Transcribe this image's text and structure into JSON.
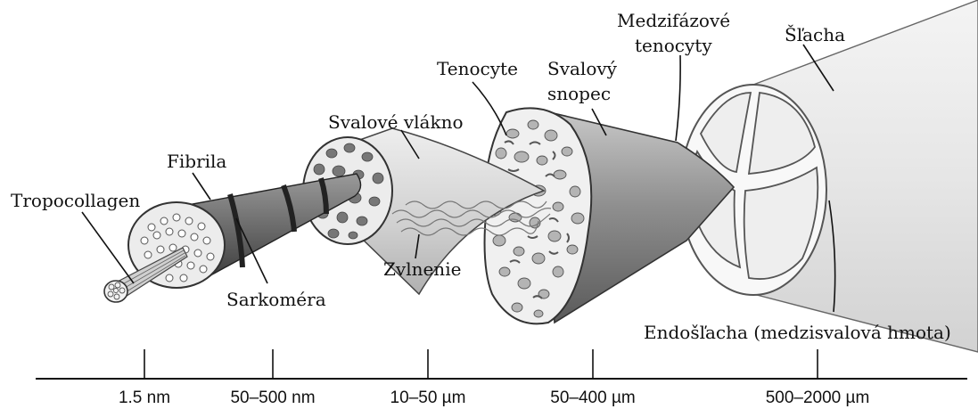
{
  "labels": {
    "tropocollagen": "Tropocollagen",
    "fibrila": "Fibrila",
    "sarkomera": "Sarkoméra",
    "svalove_vlakno": "Svalové vlákno",
    "zvlnenie": "Zvlnenie",
    "tenocyte": "Tenocyte",
    "svalovy_snopec_line1": "Svalový",
    "svalovy_snopec_line2": "snopec",
    "medzifazove_line1": "Medzifázové",
    "medzifazove_line2": "tenocyty",
    "slacha": "Šľacha",
    "endoslacha": "Endošľacha (medzisvalová hmota)"
  },
  "scale": {
    "ticks": [
      "1.5 nm",
      "50–500 nm",
      "10–50 µm",
      "50–400 µm",
      "500–2000 µm"
    ]
  }
}
